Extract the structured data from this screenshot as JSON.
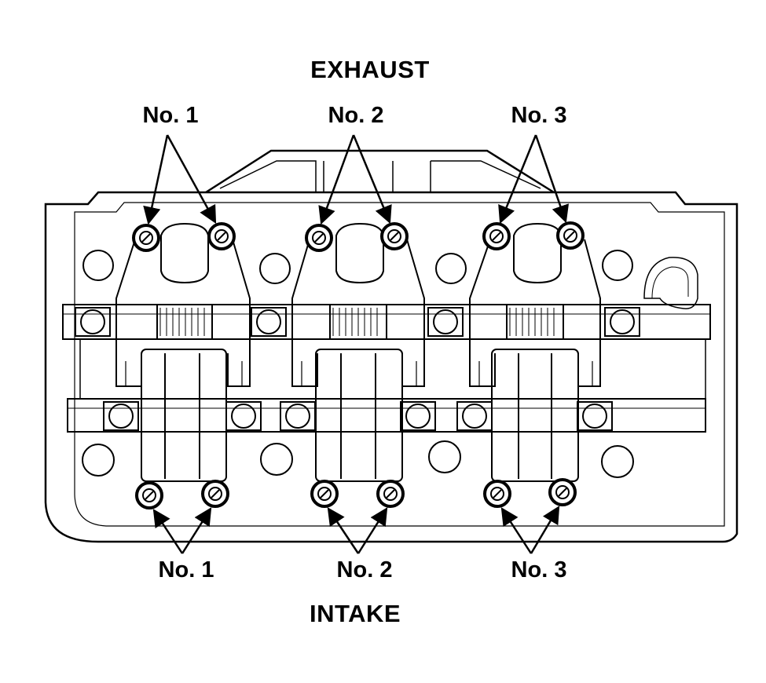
{
  "labels": {
    "exhaust": "EXHAUST",
    "intake": "INTAKE"
  },
  "exhaust_cylinders": [
    "No. 1",
    "No. 2",
    "No. 3"
  ],
  "intake_cylinders": [
    "No. 1",
    "No. 2",
    "No. 3"
  ],
  "colors": {
    "line": "#000000",
    "background": "#ffffff"
  }
}
